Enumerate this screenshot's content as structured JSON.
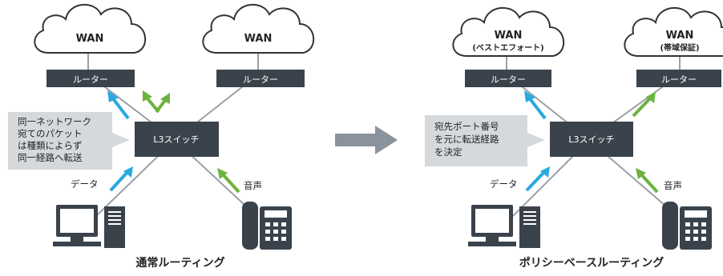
{
  "colors": {
    "dark_box": "#3a434c",
    "line_gray": "#9aa0a6",
    "cloud_stroke": "#333333",
    "callout_bg": "#d5d9dc",
    "arrow_blue": "#29a9e0",
    "arrow_green": "#6cb33f",
    "big_arrow": "#8a939b",
    "text_dark": "#222222",
    "text_white": "#ffffff"
  },
  "left": {
    "cloud1": "WAN",
    "cloud2": "WAN",
    "router1": "ルーター",
    "router2": "ルーター",
    "switch": "L3スイッチ",
    "callout": [
      "同一ネットワーク",
      "宛てのパケット",
      "は種類によらず",
      "同一経路へ転送"
    ],
    "data_label": "データ",
    "voice_label": "音声",
    "caption": "通常ルーティング"
  },
  "right": {
    "cloud1_line1": "WAN",
    "cloud1_line2": "(ベストエフォート)",
    "cloud2_line1": "WAN",
    "cloud2_line2": "(帯域保証)",
    "router1": "ルーター",
    "router2": "ルーター",
    "switch": "L3スイッチ",
    "callout": [
      "宛先ポート番号",
      "を元に転送経路",
      "を決定"
    ],
    "data_label": "データ",
    "voice_label": "音声",
    "caption": "ポリシーベースルーティング"
  },
  "icons": {
    "cloud": "cloud-icon",
    "pc": "desktop-computer-icon",
    "phone": "desk-phone-icon",
    "transition": "right-arrow-icon"
  }
}
